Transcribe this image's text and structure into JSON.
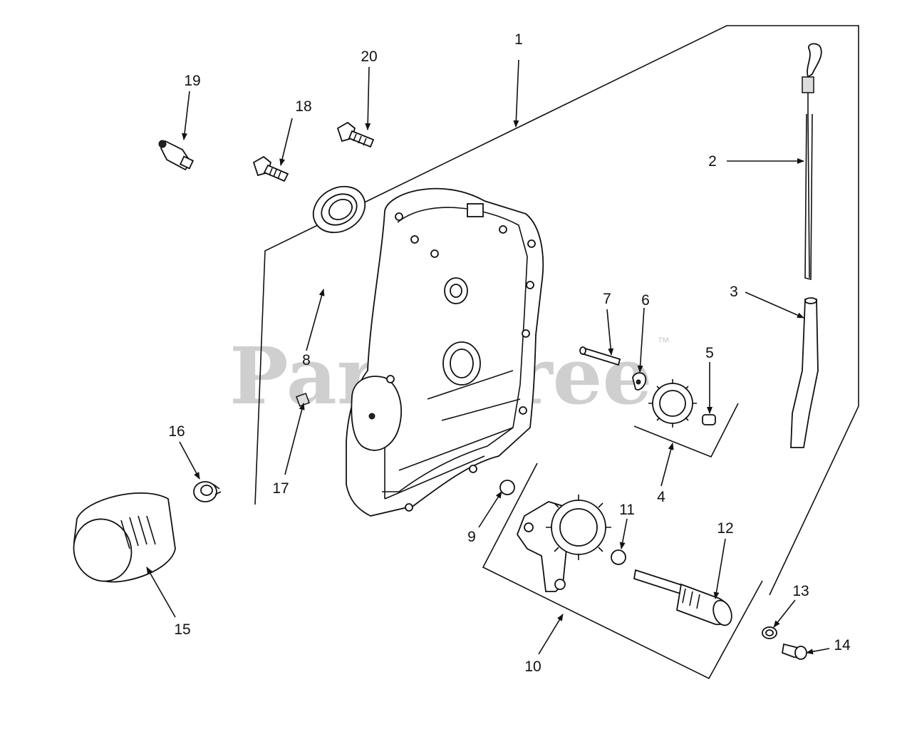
{
  "watermark": {
    "text": "PartsTree",
    "trademark": "™"
  },
  "callouts": [
    "1",
    "2",
    "3",
    "4",
    "5",
    "6",
    "7",
    "8",
    "9",
    "10",
    "11",
    "12",
    "13",
    "14",
    "15",
    "16",
    "17",
    "18",
    "19",
    "20"
  ]
}
